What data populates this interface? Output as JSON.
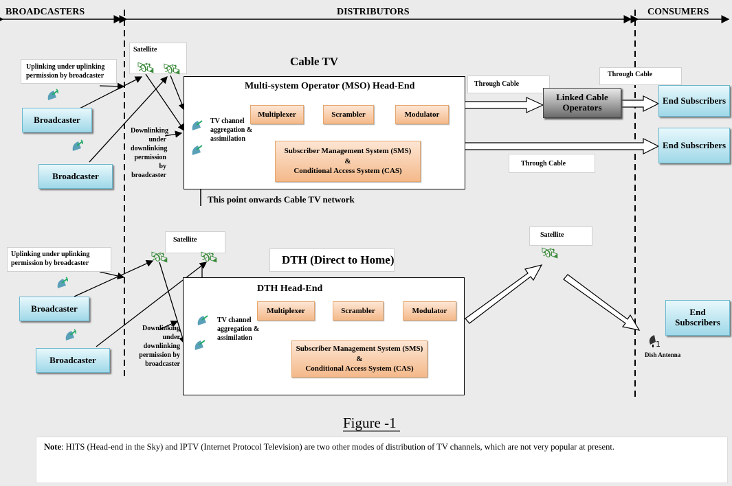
{
  "headers": {
    "broadcasters": "BROADCASTERS",
    "distributors": "DISTRIBUTORS",
    "consumers": "CONSUMERS"
  },
  "cable": {
    "satellite": "Satellite",
    "uplink_label": "Uplinking under uplinking permission by broadcaster",
    "broadcaster_1": "Broadcaster",
    "broadcaster_2": "Broadcaster",
    "downlink_label": "Downlinking under downlinking permission by broadcaster",
    "title": "Cable TV",
    "headend_title": "Multi-system Operator (MSO)  Head-End",
    "aggregation": "TV channel aggregation & assimilation",
    "multiplexer": "Multiplexer",
    "scrambler": "Scrambler",
    "modulator": "Modulator",
    "sms": "Subscriber Management System (SMS)",
    "amp": "&",
    "cas": "Conditional Access System (CAS)",
    "network_note": "This point onwards Cable TV network",
    "through_cable_1": "Through Cable",
    "through_cable_2": "Through Cable",
    "through_cable_3": "Through Cable",
    "linked_operators": "Linked Cable Operators",
    "end_subscribers_1": "End Subscribers",
    "end_subscribers_2": "End Subscribers"
  },
  "dth": {
    "satellite": "Satellite",
    "uplink_label": "Uplinking under uplinking permission by broadcaster",
    "broadcaster_1": "Broadcaster",
    "broadcaster_2": "Broadcaster",
    "downlink_label": "Downlinking under downlinking permission by broadcaster",
    "title": "DTH (Direct to Home)",
    "headend_title": "DTH Head-End",
    "aggregation": "TV channel aggregation & assimilation",
    "multiplexer": "Multiplexer",
    "scrambler": "Scrambler",
    "modulator": "Modulator",
    "sms": "Subscriber Management System (SMS)",
    "amp": "&",
    "cas": "Conditional Access System (CAS)",
    "consumer_satellite": "Satellite",
    "end_subscribers": "End Subscribers",
    "dish_antenna": "Dish Antenna"
  },
  "figure_caption": "Figure -1",
  "note": {
    "label": "Note",
    "text": ":  HITS (Head-end in the Sky) and IPTV (Internet Protocol Television) are two other modes of distribution of TV channels, which are not very popular at present."
  }
}
